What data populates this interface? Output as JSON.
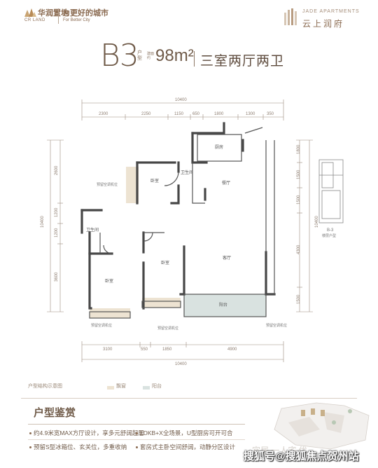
{
  "header": {
    "brand_cn": "华润置地",
    "brand_en": "CR LAND",
    "slogan_cn": "为更好的城市",
    "slogan_en": "For Better City",
    "project_en": "JADE APARTMENTS",
    "project_cn": "云上润府"
  },
  "title": {
    "unit_code": "B3",
    "unit_suffix": "户型",
    "area_label": "建面约",
    "area_value": "98m²",
    "layout": "三室两厅两卫"
  },
  "plan": {
    "dims_top": [
      "2300",
      "2250",
      "1150",
      "650",
      "1800",
      "1300",
      "350"
    ],
    "dims_top_total": "10400",
    "dims_bottom": [
      "3100",
      "550",
      "1850",
      "4900"
    ],
    "dims_bottom_total": "10400",
    "dims_left": [
      "2600",
      "1200",
      "1200",
      "3600"
    ],
    "dims_left_total": "10400",
    "dims_right": [
      "1500",
      "1500",
      "4300",
      "1500"
    ],
    "dims_right_total": "10400",
    "dims_right_top": "1800",
    "rooms": {
      "kitchen": "厨房",
      "bedroom_top": "卧室",
      "bathroom_top": "卫生间",
      "dining": "餐厅",
      "bathroom_left": "卫生间",
      "bedroom_middle": "卧室",
      "living": "客厅",
      "master_bedroom": "卧室",
      "balcony": "阳台"
    },
    "annotations": {
      "ac_top": "预留空调机位",
      "ac_bottom_left": "预留空调机位",
      "ac_bottom_mid": "预留空调机位",
      "ac_right": "预留空调机位"
    },
    "mini_plan_label": "B-3",
    "mini_plan_caption": "楼层户型"
  },
  "legend": {
    "note": "户型结构示意图",
    "item1": "飘窗",
    "item2": "阳台",
    "item1_color": "#ede3d2",
    "item2_color": "#d9e2e0"
  },
  "features": {
    "title": "户型鉴赏",
    "items": [
      "约4.9米宽MAX方厅设计，享多元舒阔起居",
      "LDKB+X全场景，U型厨房可开可合",
      "预留S型冰箱位、玄关位，多重收纳",
      "套房式主卧空间舒阔，动静分区设计"
    ]
  },
  "faded_note": "宜居 一人宅 优",
  "watermark": "搜狐号@搜狐焦点贺州站",
  "colors": {
    "brand": "#8a6a50",
    "title_text": "#6f5a48",
    "wall": "#4a4a4a",
    "bay_window": "#ede3d2",
    "balcony": "#d9e2e0"
  }
}
